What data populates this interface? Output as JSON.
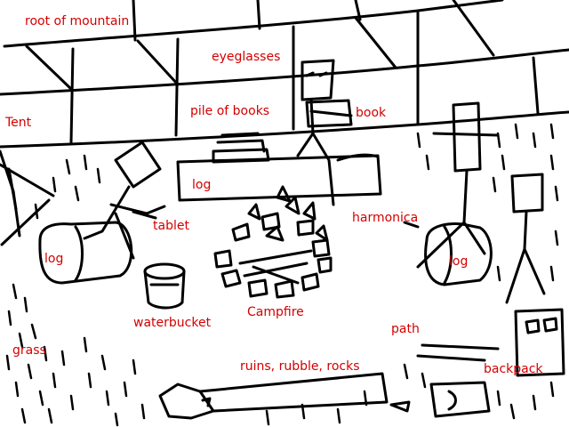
{
  "colors": {
    "label": "#d40000",
    "ink": "#000000",
    "background": "#ffffff"
  },
  "labels": {
    "root_of_mountain": "root of mountain",
    "eyeglasses": "eyeglasses",
    "pile_of_books": "pile of books",
    "book": "book",
    "tent": "Tent",
    "log_center": "log",
    "tablet": "tablet",
    "harmonica": "harmonica",
    "log_left": "log",
    "log_right": "log",
    "campfire": "Campfire",
    "waterbucket": "waterbucket",
    "path": "path",
    "grass": "grass",
    "ruins_rubble_rocks": "ruins, rubble, rocks",
    "backpack": "backpack"
  }
}
